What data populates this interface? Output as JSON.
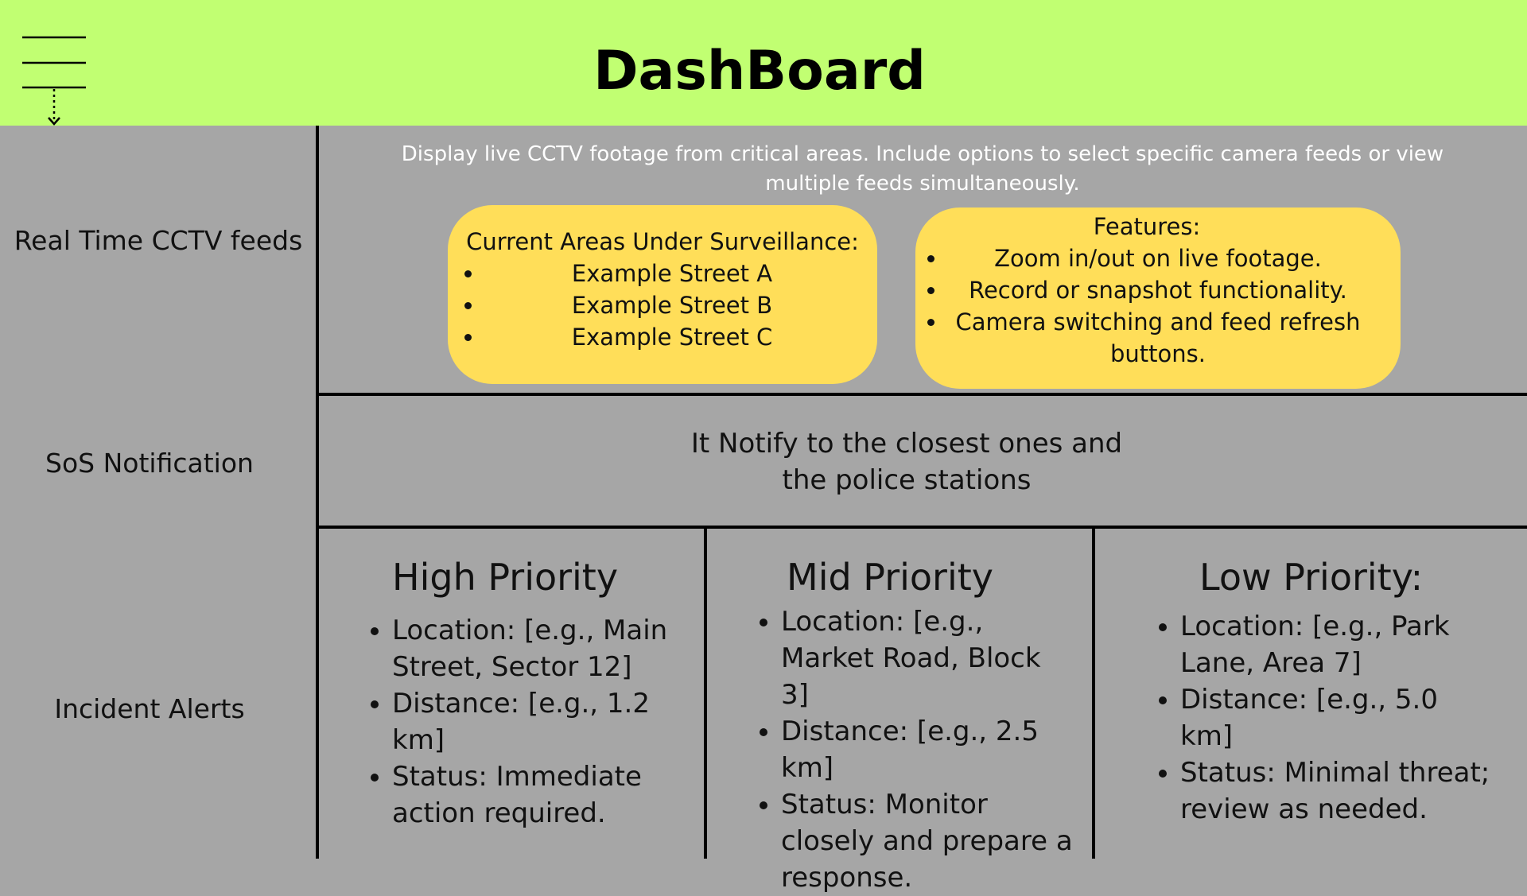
{
  "header": {
    "title": "DashBoard",
    "menu_icon": "hamburger-menu-with-down-arrow-icon",
    "background": "#c1ff72"
  },
  "sidebar": {
    "items": [
      {
        "label": "Real Time CCTV feeds"
      },
      {
        "label": "SoS Notification"
      },
      {
        "label": "Incident Alerts"
      }
    ]
  },
  "cctv": {
    "description": "Display live CCTV footage from critical areas. Include options to select specific camera feeds or view multiple feeds simultaneously.",
    "areas": {
      "heading": "Current Areas Under Surveillance:",
      "items": [
        "Example Street A",
        "Example Street B",
        "Example Street C"
      ]
    },
    "features": {
      "heading": "Features:",
      "items": [
        "Zoom in/out on live footage.",
        "Record or snapshot functionality.",
        "Camera switching and feed refresh buttons."
      ]
    }
  },
  "sos": {
    "text_line1": "It Notify to the closest ones and",
    "text_line2": "the police stations"
  },
  "alerts": [
    {
      "title": "High Priority",
      "location": "Location: [e.g., Main Street, Sector 12]",
      "distance": "Distance: [e.g., 1.2 km]",
      "status": "Status: Immediate action required."
    },
    {
      "title": "Mid Priority",
      "location": "Location: [e.g., Market Road, Block 3]",
      "distance": "Distance: [e.g., 2.5 km]",
      "status": "Status: Monitor closely and prepare a response."
    },
    {
      "title": "Low Priority:",
      "location": "Location: [e.g., Park Lane, Area 7]",
      "distance": "Distance: [e.g., 5.0 km]",
      "status": "Status: Minimal threat; review as needed."
    }
  ],
  "colors": {
    "page_background": "#a6a6a6",
    "card_background": "#ffde59",
    "description_text": "#ffffff"
  }
}
